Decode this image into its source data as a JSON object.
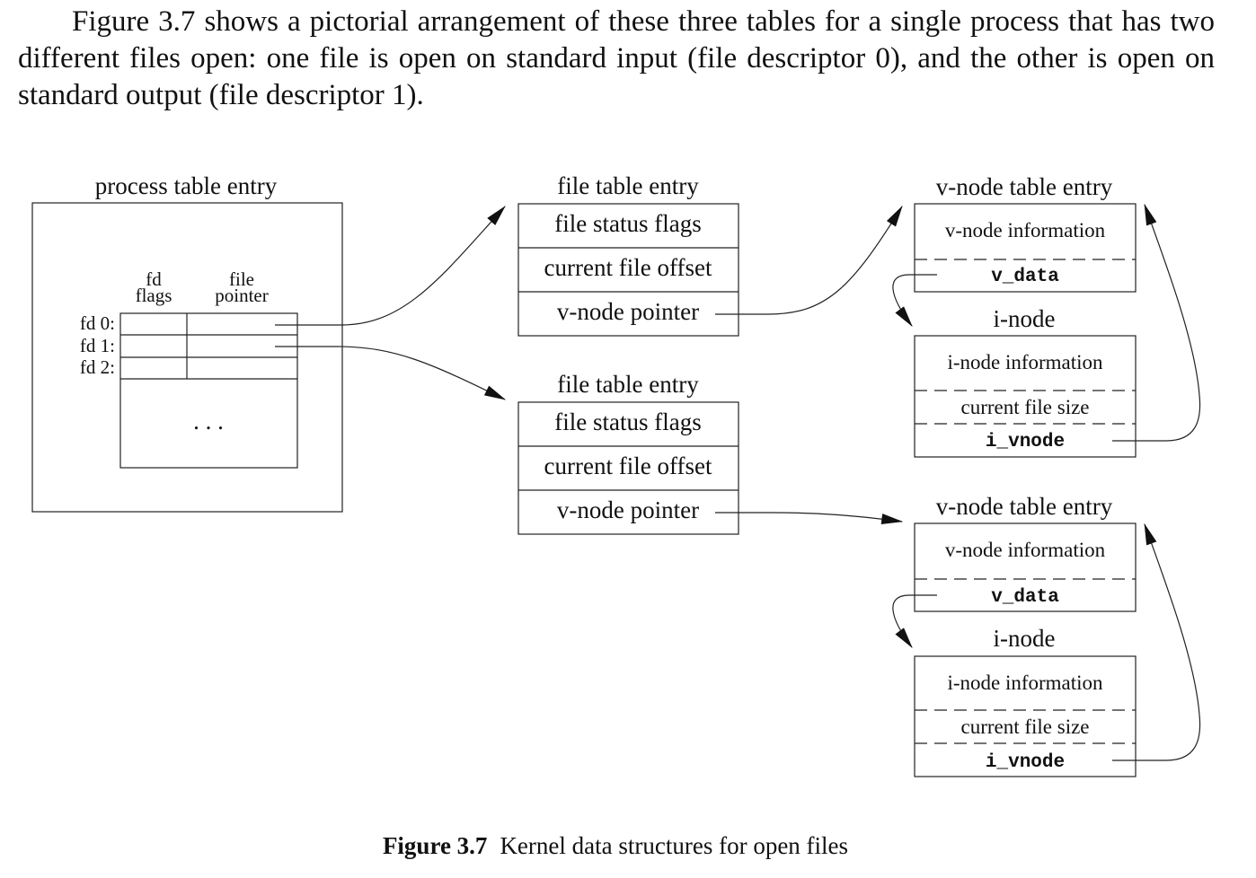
{
  "paragraph": {
    "text": "Figure 3.7 shows a pictorial arrangement of these three tables for a single process that has two different files open: one file is open on standard input (file descriptor 0), and the other is open on standard output (file descriptor 1)."
  },
  "process_table": {
    "title": "process table entry",
    "col_fd_flags": [
      "fd",
      "flags"
    ],
    "col_file_pointer": [
      "file",
      "pointer"
    ],
    "rows": [
      "fd 0:",
      "fd 1:",
      "fd 2:"
    ],
    "ellipsis": ". . ."
  },
  "file_tables": [
    {
      "title": "file table entry",
      "fields": [
        "file status flags",
        "current file offset",
        "v-node pointer"
      ]
    },
    {
      "title": "file table entry",
      "fields": [
        "file status flags",
        "current file offset",
        "v-node pointer"
      ]
    }
  ],
  "vnode_tables": [
    {
      "title": "v-node table entry",
      "info": "v-node information",
      "v_data": "v_data",
      "inode_title": "i-node",
      "inode_info": "i-node information",
      "inode_size": "current file size",
      "i_vnode": "i_vnode"
    },
    {
      "title": "v-node table entry",
      "info": "v-node information",
      "v_data": "v_data",
      "inode_title": "i-node",
      "inode_info": "i-node information",
      "inode_size": "current file size",
      "i_vnode": "i_vnode"
    }
  ],
  "caption": {
    "label": "Figure 3.7",
    "text": "Kernel data structures for open files"
  }
}
